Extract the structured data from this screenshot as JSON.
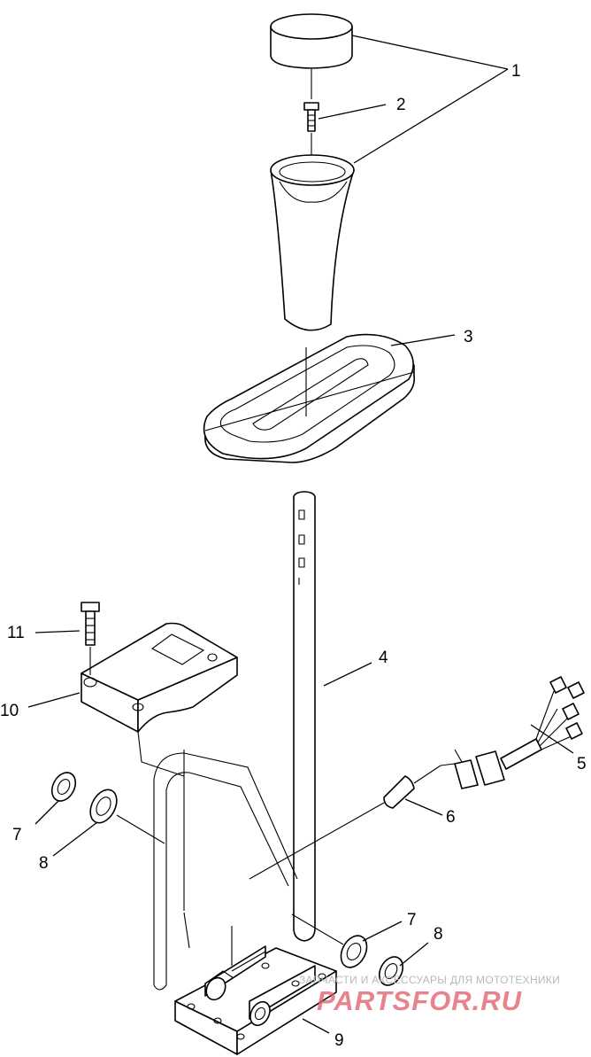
{
  "diagram": {
    "callouts": [
      {
        "id": "1",
        "text": "1"
      },
      {
        "id": "2",
        "text": "2"
      },
      {
        "id": "3",
        "text": "3"
      },
      {
        "id": "4",
        "text": "4"
      },
      {
        "id": "5",
        "text": "5"
      },
      {
        "id": "6",
        "text": "6"
      },
      {
        "id": "7a",
        "text": "7"
      },
      {
        "id": "8a",
        "text": "8"
      },
      {
        "id": "7b",
        "text": "7"
      },
      {
        "id": "8b",
        "text": "8"
      },
      {
        "id": "9",
        "text": "9"
      },
      {
        "id": "10",
        "text": "10"
      },
      {
        "id": "11",
        "text": "11"
      }
    ]
  },
  "watermark": {
    "tagline": "ЗАПЧАСТИ И АКСЕССУАРЫ ДЛЯ МОТОТЕХНИКИ",
    "logo": "PARTSFOR.RU",
    "color": "#e05a66"
  }
}
